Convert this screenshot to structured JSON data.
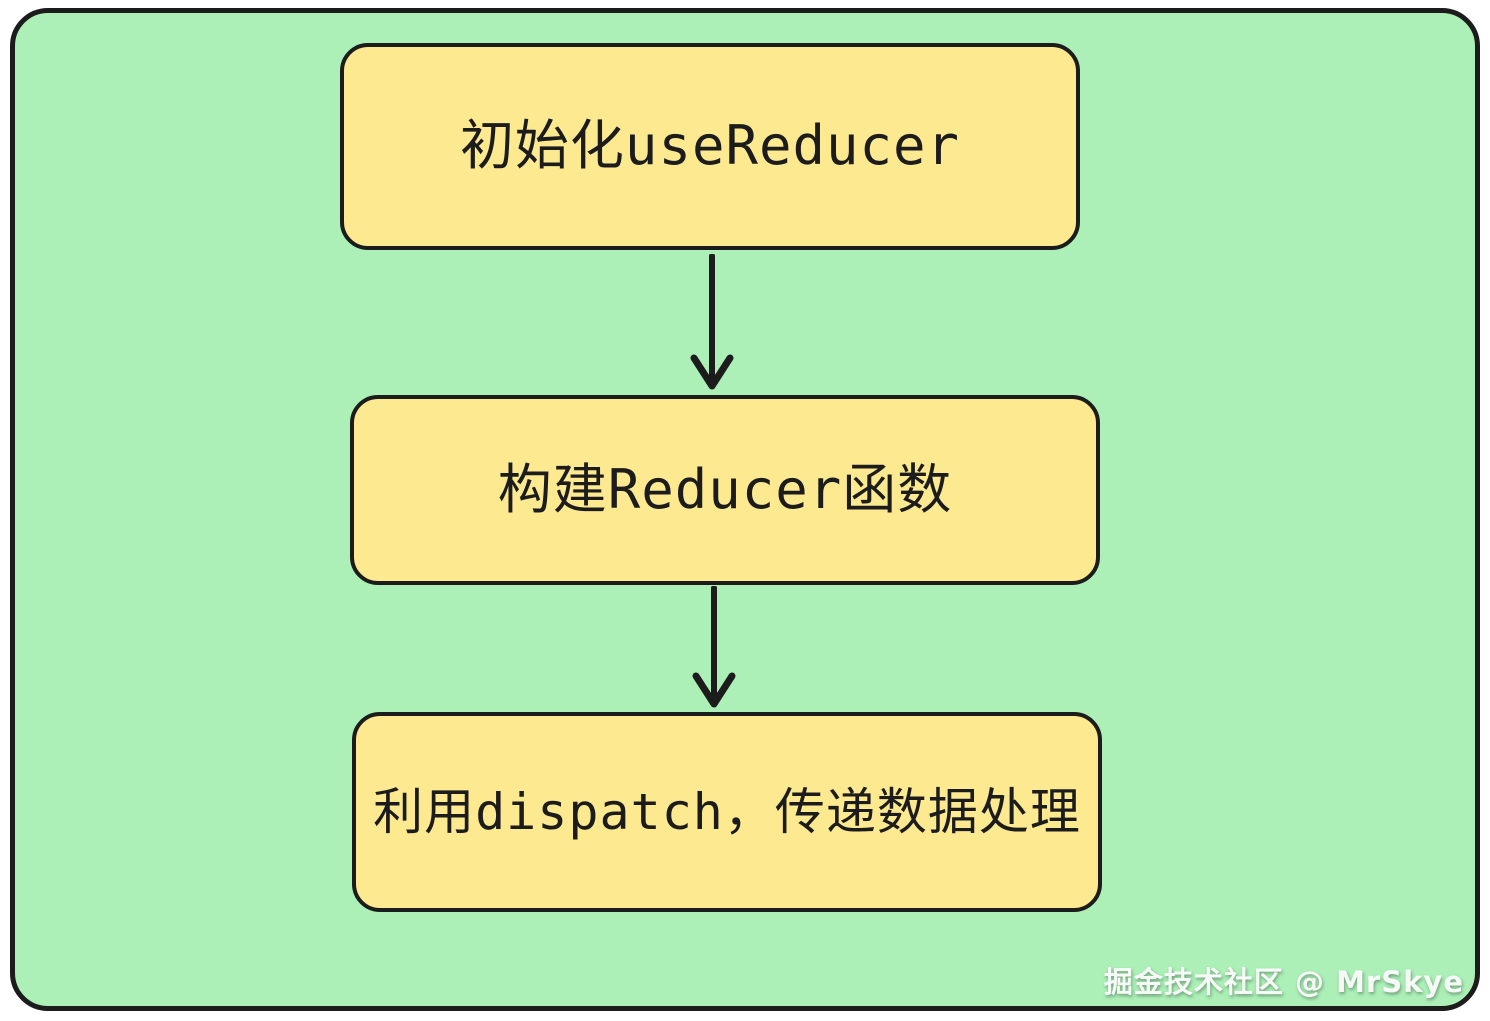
{
  "diagram": {
    "type": "flowchart",
    "direction": "top-down",
    "nodes": [
      {
        "id": "init",
        "label": "初始化useReducer"
      },
      {
        "id": "build",
        "label": "构建Reducer函数"
      },
      {
        "id": "dispatch",
        "label": "利用dispatch，传递数据处理"
      }
    ],
    "edges": [
      {
        "from": "init",
        "to": "build",
        "style": "arrow-down"
      },
      {
        "from": "build",
        "to": "dispatch",
        "style": "arrow-down"
      }
    ],
    "colors": {
      "page_background": "#ffffff",
      "canvas_fill": "#acf0b8",
      "node_fill": "#fce990",
      "stroke": "#1c1c1c",
      "watermark_text": "#ffffff"
    },
    "watermark": "掘金技术社区 @ MrSkye"
  }
}
